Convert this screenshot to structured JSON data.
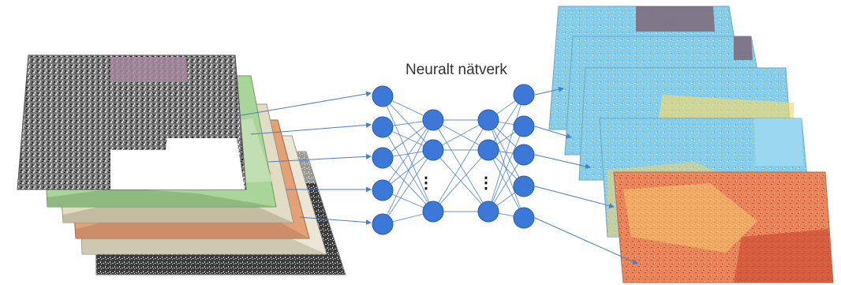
{
  "diagram": {
    "title": "Neuralt nätverk",
    "ellipsis": "⋮",
    "colors": {
      "node_fill": "#3b78d8",
      "node_stroke": "#2a5cae",
      "edge": "#4a7fc4",
      "arrow": "#4a7fc4"
    },
    "input_layers": [
      "sar-grayscale",
      "green",
      "beige",
      "orange",
      "light-beige",
      "sar-dark"
    ],
    "output_layers": [
      "blue-map-1",
      "blue-map-2",
      "blue-map-3",
      "blue-map-4",
      "red-map"
    ],
    "network": {
      "layer_node_counts": [
        5,
        4,
        4,
        5
      ]
    }
  }
}
